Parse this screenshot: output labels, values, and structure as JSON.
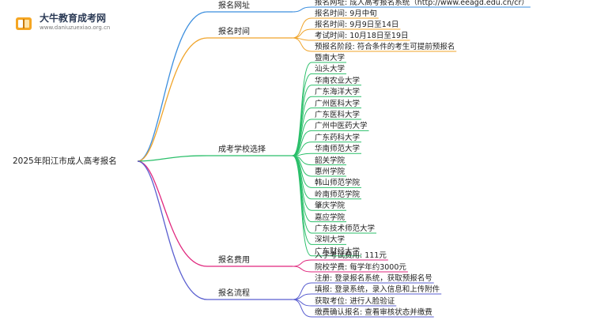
{
  "logo": {
    "name": "大牛教育成考网",
    "url": "www.daniuzuexiao.org.cn"
  },
  "root": "2025年阳江市成人高考报名",
  "colors": {
    "blue": "#3b8ede",
    "orange": "#f0a42a",
    "green": "#2bbf6a",
    "magenta": "#e0267d",
    "purple": "#5a5fd0"
  },
  "branches": [
    {
      "label": "报名网址",
      "color": "blue",
      "items": [
        "报名网址: 成人高考报名系统（http://www.eeagd.edu.cn/cr）"
      ]
    },
    {
      "label": "报名时间",
      "color": "orange",
      "items": [
        "报名时间: 9月中旬",
        "报名时间: 9月9日至14日",
        "考试时间: 10月18日至19日",
        "预报名阶段: 符合条件的考生可提前预报名"
      ]
    },
    {
      "label": "成考学校选择",
      "color": "green",
      "items": [
        "暨南大学",
        "汕头大学",
        "华南农业大学",
        "广东海洋大学",
        "广州医科大学",
        "广东医科大学",
        "广州中医药大学",
        "广东药科大学",
        "华南师范大学",
        "韶关学院",
        "惠州学院",
        "韩山师范学院",
        "岭南师范学院",
        "肇庆学院",
        "嘉应学院",
        "广东技术师范大学",
        "深圳大学",
        "广东财经大学"
      ]
    },
    {
      "label": "报名费用",
      "color": "magenta",
      "items": [
        "入学考试费用: 111元",
        "院校学费: 每学年约3000元"
      ]
    },
    {
      "label": "报名流程",
      "color": "purple",
      "items": [
        "注册: 登录报名系统，获取预报名号",
        "填报: 登录系统，录入信息和上传附件",
        "获取考位: 进行人脸验证",
        "缴费确认报名: 查看审核状态并缴费"
      ]
    }
  ]
}
